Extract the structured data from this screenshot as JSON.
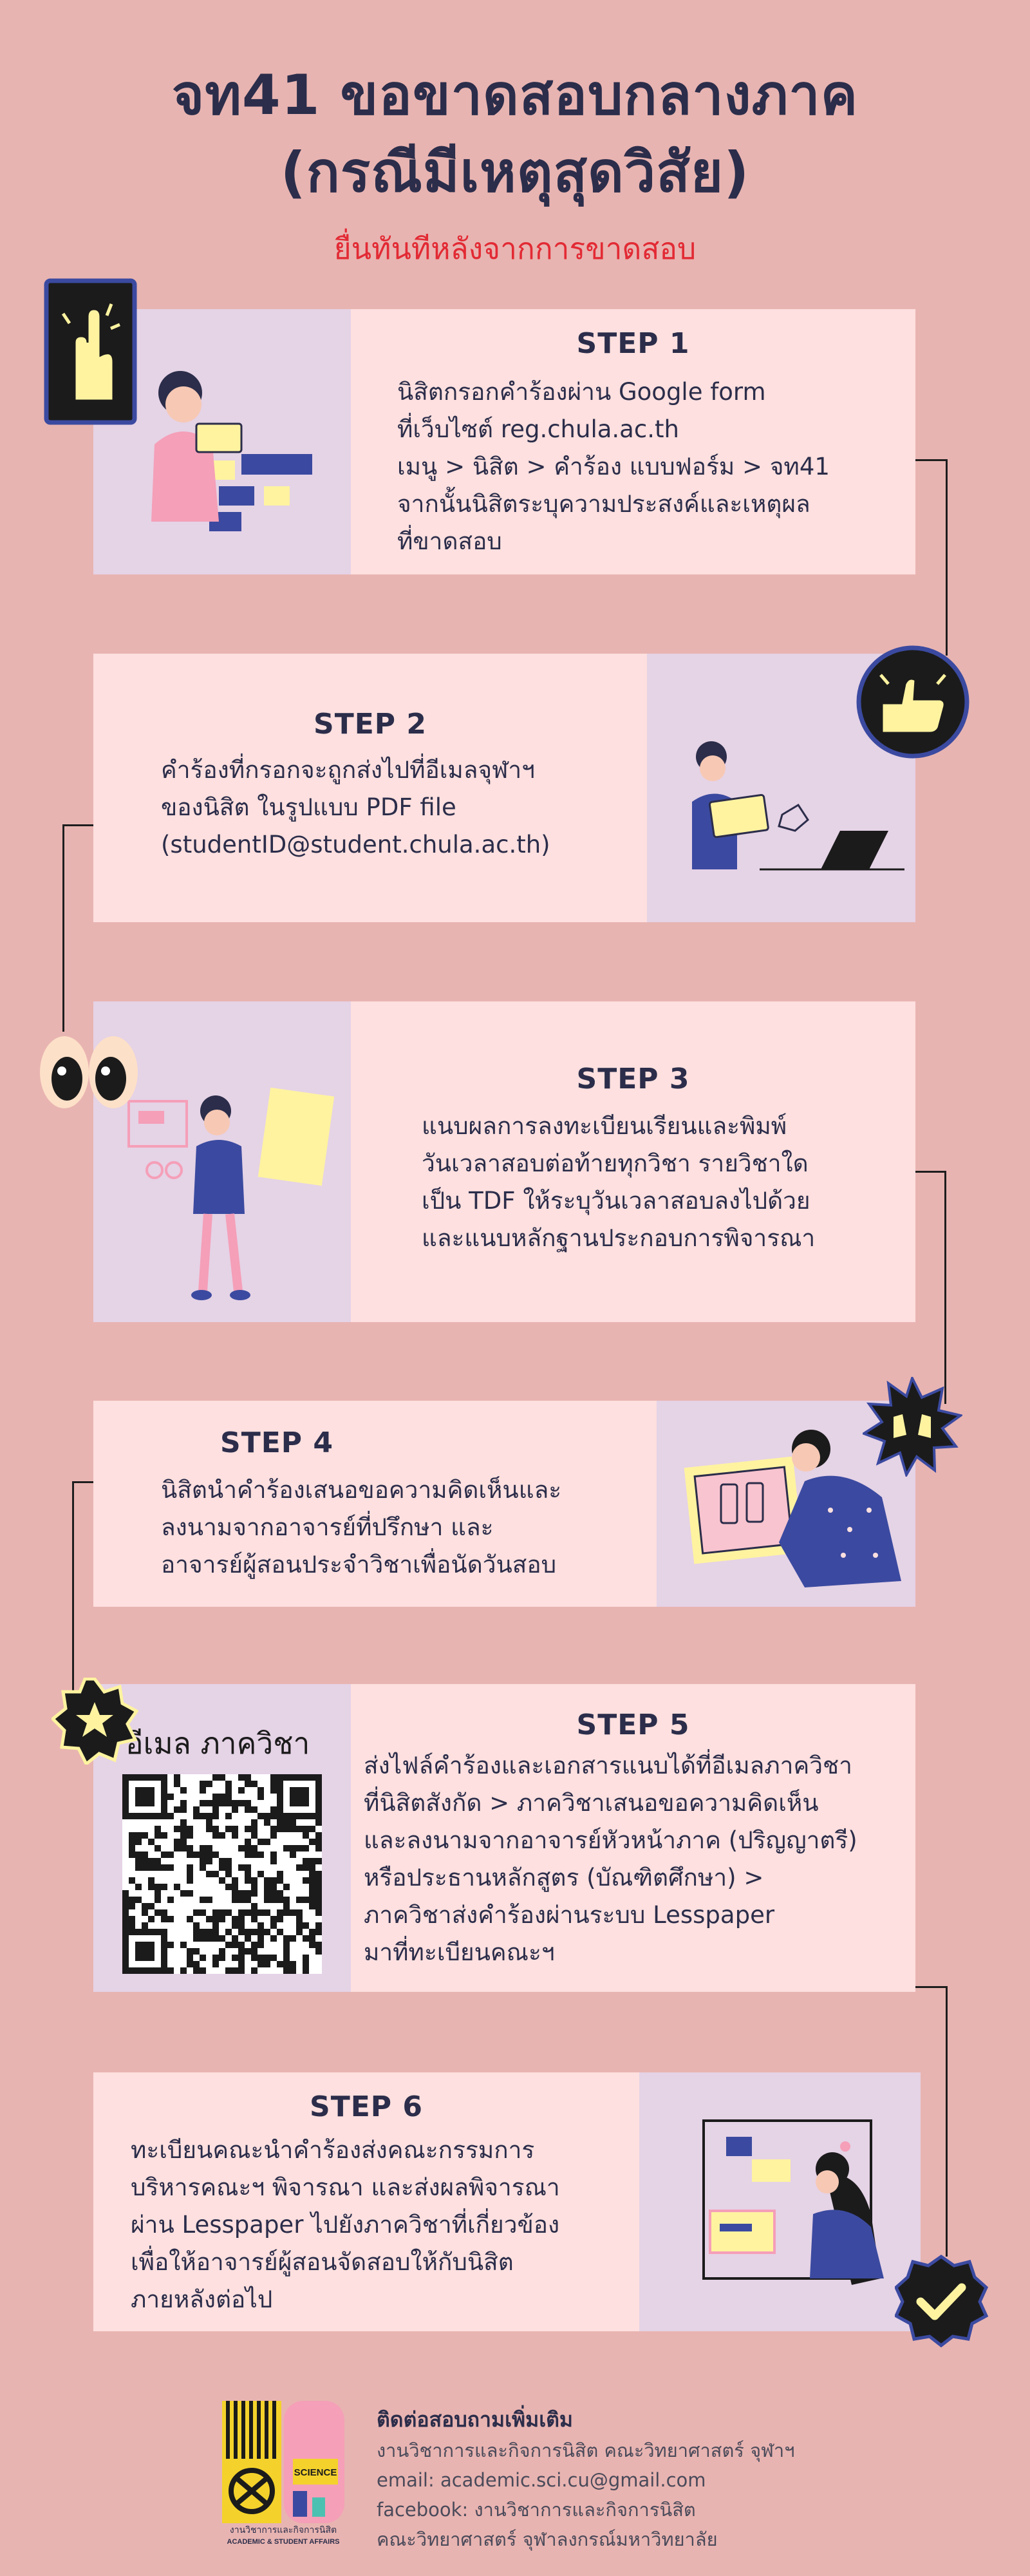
{
  "header": {
    "title_line1": "จท41 ขอขาดสอบกลางภาค",
    "title_line2": "(กรณีมีเหตุสุดวิสัย)",
    "subtitle": "ยื่นทันทีหลังจากการขาดสอบ"
  },
  "steps": [
    {
      "title": "STEP 1",
      "text": "นิสิตกรอกคำร้องผ่าน Google form\nที่เว็บไซต์ reg.chula.ac.th\nเมนู > นิสิต > คำร้อง แบบฟอร์ม > จท41\nจากนั้นนิสิตระบุความประสงค์และเหตุผล\nที่ขาดสอบ"
    },
    {
      "title": "STEP 2",
      "text": "คำร้องที่กรอกจะถูกส่งไปที่อีเมลจุฬาฯ\nของนิสิต ในรูปแบบ PDF file\n(studentID@student.chula.ac.th)"
    },
    {
      "title": "STEP 3",
      "text": "แนบผลการลงทะเบียนเรียนและพิมพ์\nวันเวลาสอบต่อท้ายทุกวิชา รายวิชาใด\nเป็น TDF ให้ระบุวันเวลาสอบลงไปด้วย\nและแนบหลักฐานประกอบการพิจารณา"
    },
    {
      "title": "STEP 4",
      "text": "นิสิตนำคำร้องเสนอขอความคิดเห็นและ\nลงนามจากอาจารย์ที่ปรึกษา และ\nอาจารย์ผู้สอนประจำวิชาเพื่อนัดวันสอบ"
    },
    {
      "title": "STEP 5",
      "text": "ส่งไฟล์คำร้องและเอกสารแนบได้ที่อีเมลภาควิชา\nที่นิสิตสังกัด > ภาควิชาเสนอขอความคิดเห็น\nและลงนามจากอาจารย์หัวหน้าภาค (ปริญญาตรี)\nหรือประธานหลักสูตร (บัณฑิตศึกษา) >\nภาควิชาส่งคำร้องผ่านระบบ Lesspaper\nมาที่ทะเบียนคณะฯ"
    },
    {
      "title": "STEP 6",
      "text": "ทะเบียนคณะนำคำร้องส่งคณะกรรมการ\nบริหารคณะฯ พิจารณา และส่งผลพิจารณา\nผ่าน Lesspaper ไปยังภาควิชาที่เกี่ยวข้อง\nเพื่อให้อาจารย์ผู้สอนจัดสอบให้กับนิสิต\nภายหลังต่อไป"
    }
  ],
  "qr": {
    "label": "อีเมล ภาควิชา"
  },
  "footer": {
    "heading": "ติดต่อสอบถามเพิ่มเติม",
    "line1": "งานวิชาการและกิจการนิสิต คณะวิทยาศาสตร์ จุฬาฯ",
    "line2": "email: academic.sci.cu@gmail.com",
    "line3": "facebook: งานวิชาการและกิจการนิสิต",
    "line4": "คณะวิทยาศาสตร์ จุฬาลงกรณ์มหาวิทยาลัย",
    "logo_text_th": "งานวิชาการและกิจการนิสิต",
    "logo_text_en": "ACADEMIC & STUDENT AFFAIRS",
    "logo_badge": "SCIENCE"
  },
  "colors": {
    "background": "#e8b4b1",
    "panel": "#fde0df",
    "illustration_bg": "#e5d3e6",
    "title": "#2b2d4a",
    "subtitle": "#e22a34",
    "accent_yellow": "#fff3a0",
    "accent_navy": "#3b4aa0"
  },
  "icons": [
    "pointing-hand-icon",
    "thumbs-up-icon",
    "eyes-icon",
    "cheering-hands-icon",
    "star-icon",
    "checkmark-badge-icon"
  ]
}
